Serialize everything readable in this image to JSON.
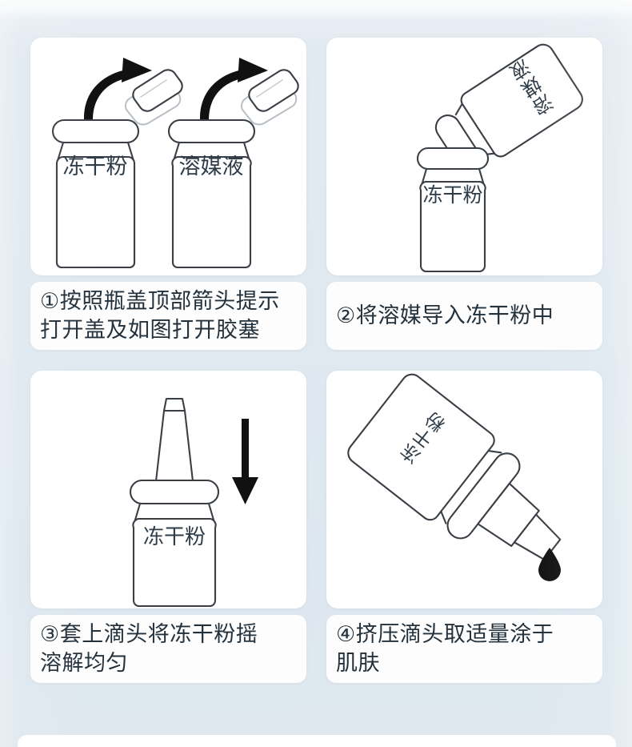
{
  "background": {
    "page_color": "#e0e9f0",
    "card_color": "#ffffff",
    "text_color": "#23313d",
    "label_color": "#2e3c4a",
    "line_color": "#3a3f46"
  },
  "steps": [
    {
      "id": "step-1",
      "number": "①",
      "caption": "①按照瓶盖顶部箭头提示\n打开盖及如图打开胶塞",
      "art": {
        "kind": "two-vials-open-cap",
        "bottle_labels": [
          "冻干粉",
          "溶媒液"
        ],
        "icons": [
          "curved-arrow-icon",
          "flip-cap-icon",
          "vial-icon"
        ]
      }
    },
    {
      "id": "step-2",
      "number": "②",
      "caption": "②将溶媒导入冻干粉中",
      "art": {
        "kind": "pour-solvent-into-vial",
        "tilted_bottle_label": "溶媒液",
        "upright_bottle_label": "冻干粉",
        "icons": [
          "tilted-vial-icon",
          "vial-icon"
        ]
      }
    },
    {
      "id": "step-3",
      "number": "③",
      "caption": "③套上滴头将冻干粉摇\n溶解均匀",
      "art": {
        "kind": "attach-dropper-cap",
        "bottle_label": "冻干粉",
        "icons": [
          "dropper-nozzle-icon",
          "down-arrow-icon",
          "vial-icon"
        ]
      }
    },
    {
      "id": "step-4",
      "number": "④",
      "caption": "④挤压滴头取适量涂于\n肌肤",
      "art": {
        "kind": "squeeze-dropper-drip",
        "bottle_label": "冻干粉",
        "icons": [
          "tilted-dropper-bottle-icon",
          "droplet-icon"
        ]
      }
    }
  ]
}
